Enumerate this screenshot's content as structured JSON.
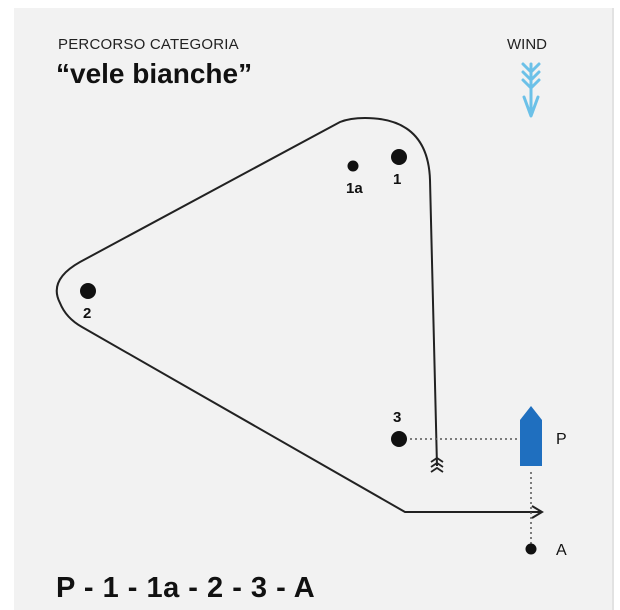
{
  "header": {
    "category_label": "PERCORSO CATEGORIA",
    "course_name": "“vele bianche”",
    "wind_label": "WIND"
  },
  "marks": {
    "mark_1": "1",
    "mark_1a": "1a",
    "mark_2": "2",
    "mark_3": "3",
    "start_p": "P",
    "finish_a": "A"
  },
  "footer": {
    "sequence": "P - 1 - 1a - 2 - 3 - A"
  },
  "colors": {
    "wind_arrow": "#6cc1e8",
    "committee_boat": "#1f6fbf",
    "mark": "#111111",
    "background": "#f2f2f2"
  }
}
